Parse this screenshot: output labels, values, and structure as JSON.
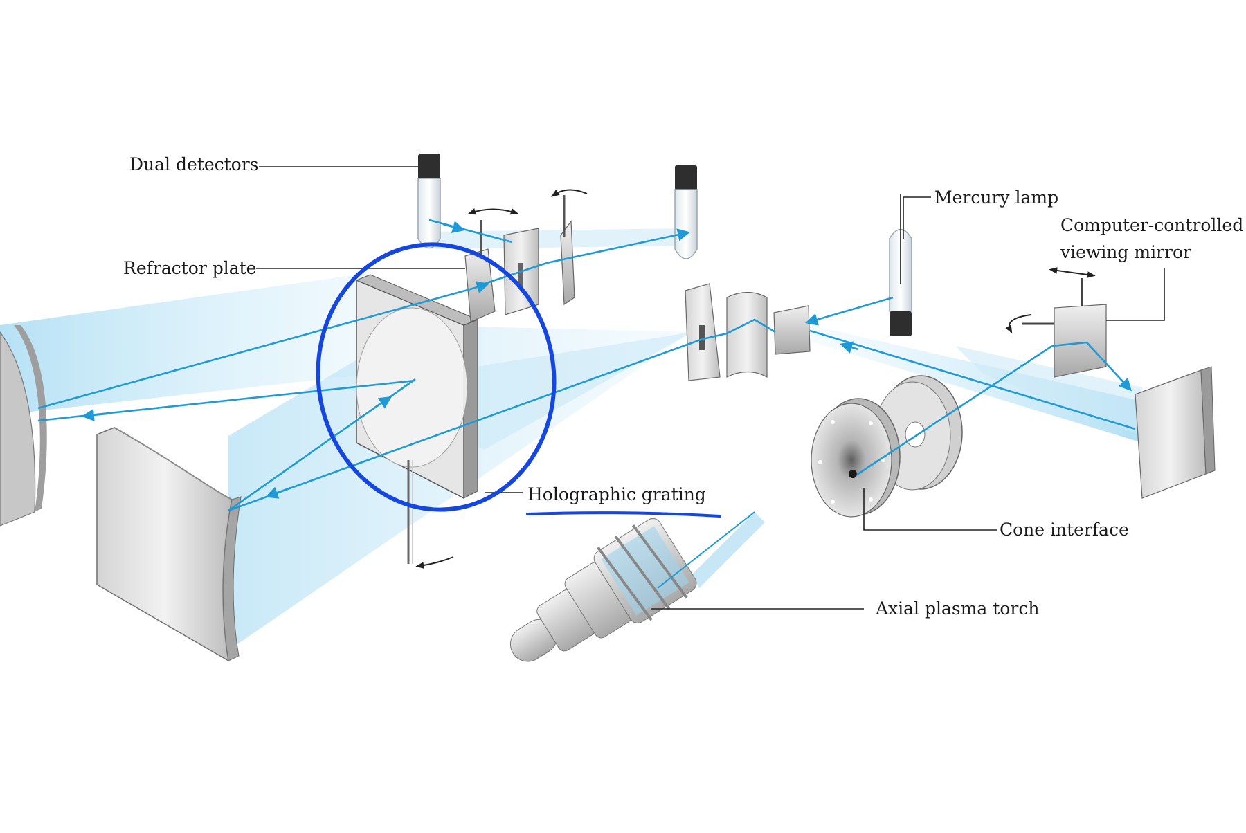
{
  "diagram": {
    "labels": {
      "dual_detectors": "Dual detectors",
      "refractor_plate": "Refractor plate",
      "mercury_lamp": "Mercury lamp",
      "computer_controlled_line1": "Computer-controlled",
      "computer_controlled_line2": "viewing mirror",
      "holographic_grating": "Holographic grating",
      "cone_interface": "Cone interface",
      "axial_plasma_torch": "Axial plasma torch"
    },
    "colors": {
      "beam": "#1f9ad6",
      "beam_fill": "#bfe3f5",
      "annotation_circle": "#1646e0",
      "metal_light": "#e8e8e8",
      "metal_dark": "#8f8f8f",
      "leader_line": "#222222"
    }
  }
}
